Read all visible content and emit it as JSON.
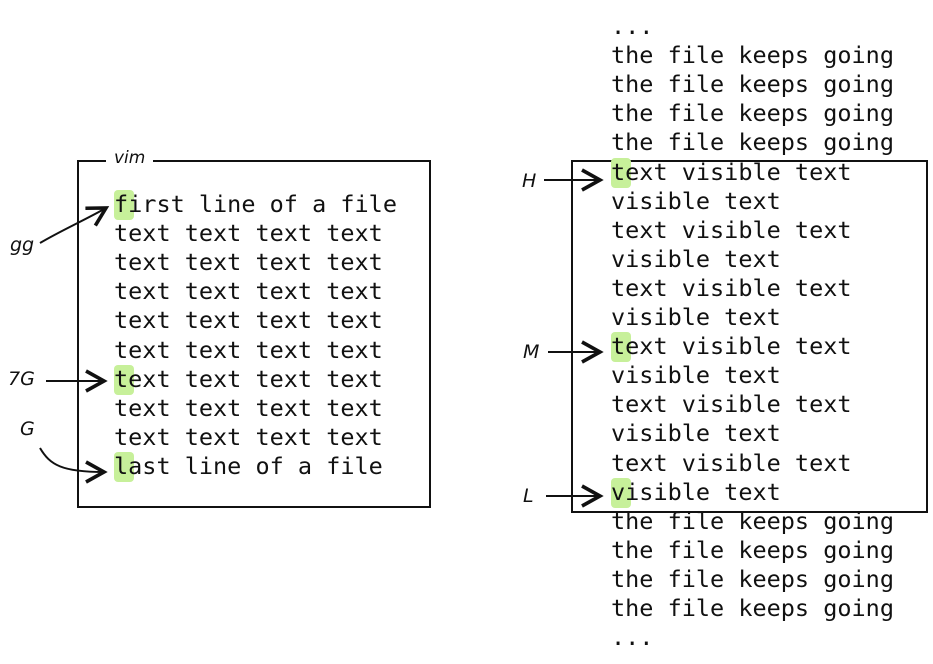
{
  "left": {
    "title": "vim",
    "lines": [
      "first line of a file",
      "text text text text",
      "text text text text",
      "text text text text",
      "text text text text",
      "text text text text",
      "text text text text",
      "text text text text",
      "text text text text",
      "last line of a file"
    ],
    "markers": [
      {
        "label": "gg",
        "line_index": 0
      },
      {
        "label": "7G",
        "line_index": 6
      },
      {
        "label": "G",
        "line_index": 9
      }
    ]
  },
  "right": {
    "lines": [
      "...",
      "the file keeps going",
      "the file keeps going",
      "the file keeps going",
      "the file keeps going",
      "text visible text",
      "visible text",
      "text visible text",
      "visible text",
      "text visible text",
      "visible text",
      "text visible text",
      "visible text",
      "text visible text",
      "visible text",
      "text visible text",
      "visible text",
      "the file keeps going",
      "the file keeps going",
      "the file keeps going",
      "the file keeps going",
      "..."
    ],
    "markers": [
      {
        "label": "H",
        "line_index": 5
      },
      {
        "label": "M",
        "line_index": 11
      },
      {
        "label": "L",
        "line_index": 16
      }
    ]
  },
  "colors": {
    "highlight": "#c7f09a",
    "ink": "#111111"
  }
}
